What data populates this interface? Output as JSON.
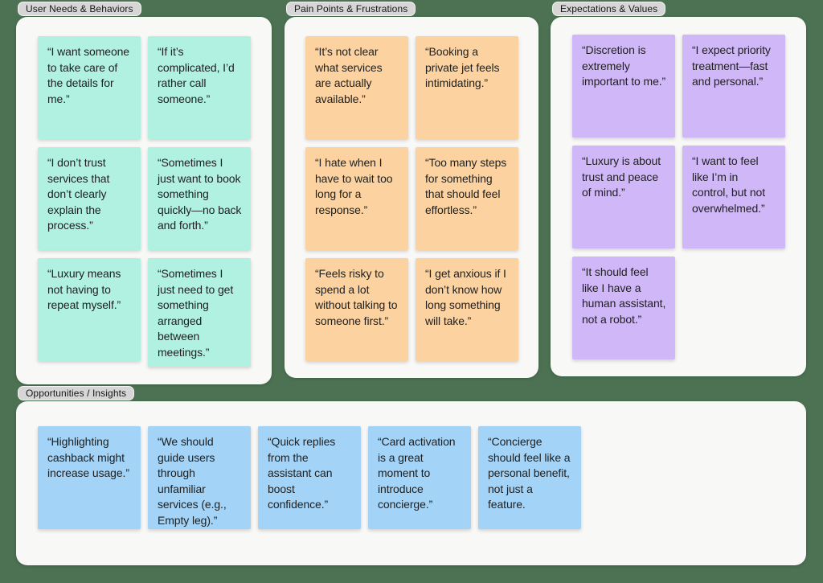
{
  "board": {
    "background_color": "#4c7253",
    "panel_color": "#f8f8f7",
    "text_color": "#1f1f1f",
    "label_pill_color": "#d6d6d6"
  },
  "sections": [
    {
      "label": "User Needs & Behaviors",
      "note_color": "#b0f1e1",
      "notes": [
        "“I want someone to take care of the details for me.”",
        "“If it’s complicated, I’d rather call someone.”",
        "“I don’t trust services that don’t clearly explain the process.”",
        "“Sometimes I just want to book something quickly—no back and forth.”",
        "“Luxury means not having to repeat myself.”",
        "“Sometimes I just need to get something arranged between meetings.”"
      ]
    },
    {
      "label": "Pain Points & Frustrations",
      "note_color": "#fbd2a0",
      "notes": [
        "“It’s not clear what services are actually available.”",
        "“Booking a private jet feels intimidating.”",
        "“I hate when I have to wait too long for a response.”",
        "“Too many steps for something that should feel effortless.”",
        "“Feels risky to spend a lot without talking to someone first.”",
        "“I get anxious if I don’t know how long something will take.”"
      ]
    },
    {
      "label": "Expectations & Values",
      "note_color": "#d0b7f7",
      "notes": [
        "“Discretion is extremely important to me.”",
        "“I expect priority treatment—fast and personal.”",
        "“Luxury is about trust and peace of mind.”",
        "“I want to feel like I’m in control, but not overwhelmed.”",
        "“It should feel like I have a human assistant, not a robot.”"
      ]
    },
    {
      "label": "Opportunities / Insights",
      "note_color": "#a3d3f6",
      "notes": [
        "“Highlighting cashback might increase usage.”",
        "“We should guide users through unfamiliar services (e.g., Empty leg).”",
        "“Quick replies from the assistant can boost confidence.”",
        "“Card activation is a great moment to introduce concierge.”",
        "“Concierge should feel like a personal benefit, not just a feature."
      ]
    }
  ]
}
